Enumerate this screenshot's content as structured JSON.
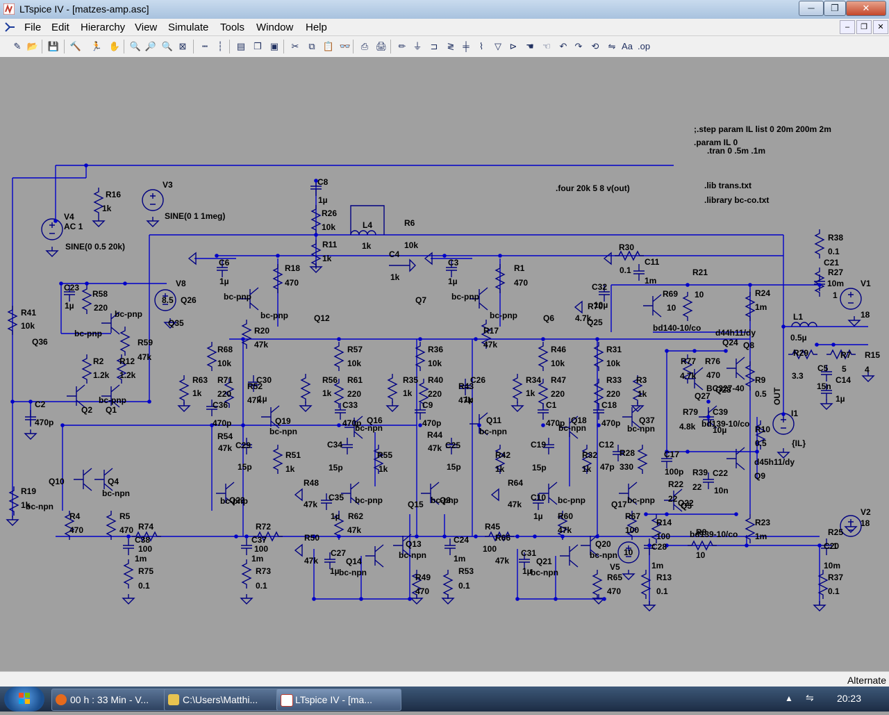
{
  "window": {
    "title": "LTspice IV - [matzes-amp.asc]",
    "controls": {
      "minimize": "─",
      "maximize": "❐",
      "close": "✕"
    },
    "mdi_controls": {
      "minimize": "–",
      "restore": "❐",
      "close": "✕"
    }
  },
  "menu": [
    "File",
    "Edit",
    "Hierarchy",
    "View",
    "Simulate",
    "Tools",
    "Window",
    "Help"
  ],
  "toolbar": {
    "icons": [
      "new-schematic-icon",
      "open-icon",
      "save-icon",
      "control-panel-icon",
      "run-icon",
      "halt-icon",
      "zoom-in-icon",
      "pan-icon",
      "zoom-out-icon",
      "zoom-full-icon",
      "autoscale-icon",
      "fft-icon",
      "tile-icon",
      "cascade-icon",
      "close-all-icon",
      "cut-icon",
      "copy-icon",
      "paste-icon",
      "find-icon",
      "print-setup-icon",
      "print-icon",
      "wire-icon",
      "ground-icon",
      "label-icon",
      "resistor-icon",
      "capacitor-icon",
      "inductor-icon",
      "diode-icon",
      "component-icon",
      "move-icon",
      "drag-icon",
      "undo-icon",
      "redo-icon",
      "rotate-icon",
      "mirror-icon",
      "text-icon",
      "spice-directive-icon"
    ],
    "glyphs": [
      "✎",
      "📂",
      "💾",
      "🔨",
      "🏃",
      "✋",
      "🔍",
      "🔎",
      "🔍",
      "⊠",
      "┅",
      "┆",
      "▤",
      "❐",
      "▣",
      "✂",
      "⧉",
      "📋",
      "👓",
      "⎙",
      "🖨",
      "✏",
      "⏚",
      "⊐",
      "≷",
      "╪",
      "⌇",
      "▽",
      "⊳",
      "☚",
      "☜",
      "↶",
      "↷",
      "⟲",
      "⇋",
      "Aa",
      ".op"
    ]
  },
  "schematic": {
    "directives": [
      ";.step param IL list 0 20m 200m 2m",
      ".param IL 0",
      ".tran 0 .5m .1m",
      ".four 20k 5 8 v(out)",
      ".lib trans.txt",
      ".library bc-co.txt"
    ],
    "sources": [
      {
        "name": "V1",
        "value": "18"
      },
      {
        "name": "V2",
        "value": "18"
      },
      {
        "name": "V3",
        "value": "SINE(0 1 1meg)"
      },
      {
        "name": "V4",
        "value": "AC 1",
        "extra": "SINE(0 0.5 20k)"
      },
      {
        "name": "V5",
        "value": "10"
      },
      {
        "name": "V8",
        "value": "8.5"
      },
      {
        "name": "I1",
        "value": "{IL}"
      }
    ],
    "net_label": "OUT",
    "labels": [
      "R16",
      "1k",
      "C8",
      "1µ",
      "R26",
      "10k",
      "L4",
      "1k",
      "R6",
      "10k",
      "R11",
      "1k",
      "C4",
      "1k",
      "C6",
      "1µ",
      "R18",
      "470",
      "C3",
      "1µ",
      "R1",
      "470",
      "Q7",
      "Q12",
      "Q6",
      "bc-pnp",
      "bc-pnp",
      "bc-pnp",
      "bc-pnp",
      "R20",
      "47k",
      "R17",
      "47k",
      "R30",
      "0.1",
      "C11",
      "1m",
      "R21",
      "10",
      "C32",
      "R70",
      "10µ",
      "4.7k",
      "R69",
      "10",
      "Q25",
      "bd140-10/co",
      "R24",
      "1m",
      "R38",
      "0.1",
      "C21",
      "R27",
      "10m",
      "1",
      "C23",
      "1µ",
      "R58",
      "220",
      "Q26",
      "Q35",
      "Q36",
      "R41",
      "10k",
      "R59",
      "47k",
      "R2",
      "1.2k",
      "R12",
      "1.2k",
      "bc-pnp",
      "bc-pnp",
      "bc-pnp",
      "Q2",
      "Q1",
      "C2",
      "470p",
      "R68",
      "10k",
      "R63",
      "1k",
      "R71",
      "220",
      "C36",
      "470p",
      "R52",
      "47k",
      "C30",
      "1µ",
      "R57",
      "10k",
      "R56",
      "1k",
      "R61",
      "220",
      "C33",
      "470p",
      "R36",
      "10k",
      "R35",
      "1k",
      "R40",
      "220",
      "C9",
      "470p",
      "R43",
      "47k",
      "C26",
      "1µ",
      "R46",
      "10k",
      "R34",
      "1k",
      "R47",
      "220",
      "C1",
      "470p",
      "R31",
      "10k",
      "R33",
      "220",
      "C18",
      "470p",
      "R3",
      "1k",
      "L1",
      "0.5µ",
      "R29",
      "3.3",
      "C5",
      "15n",
      "C14",
      "1µ",
      "R7",
      "5",
      "R15",
      "4",
      "d44h11/dy",
      "Q24",
      "Q8",
      "R77",
      "4.7k",
      "R76",
      "470",
      "BC327-40",
      "Q27",
      "Q28",
      "R9",
      "0.5",
      "R79",
      "4.8k",
      "C39",
      "10µ",
      "bd139-10/co",
      "R10",
      "0.5",
      "Q19",
      "bc-npn",
      "Q16",
      "bc-npn",
      "Q11",
      "bc-npn",
      "Q18",
      "bc-npn",
      "Q37",
      "bc-npn",
      "R54",
      "47k",
      "C29",
      "15p",
      "R51",
      "1k",
      "C34",
      "15p",
      "R55",
      "1k",
      "R44",
      "47k",
      "C25",
      "15p",
      "R42",
      "1k",
      "C19",
      "15p",
      "R32",
      "1k",
      "C12",
      "47p",
      "R28",
      "330",
      "C17",
      "100p",
      "R39",
      "22",
      "C22",
      "10n",
      "d45h11/dy",
      "Q9",
      "R19",
      "1k",
      "bc-npn",
      "Q10",
      "Q4",
      "bc-npn",
      "R4",
      "470",
      "R5",
      "470",
      "Q23",
      "bc-pnp",
      "R48",
      "47k",
      "C35",
      "1µ",
      "bc-pnp",
      "R62",
      "47k",
      "Q15",
      "bc-pnp",
      "Q3",
      "R64",
      "47k",
      "C10",
      "1µ",
      "bc-pnp",
      "R60",
      "47k",
      "Q17",
      "bc-pnp",
      "R67",
      "100",
      "R22",
      "22",
      "Q22",
      "Q5",
      "R14",
      "100",
      "R8",
      "10",
      "bd139-10/co",
      "R23",
      "1m",
      "R25",
      "C20",
      "1",
      "10m",
      "R37",
      "0.1",
      "R74",
      "100",
      "C38",
      "1m",
      "R75",
      "0.1",
      "R72",
      "100",
      "C37",
      "1m",
      "R73",
      "0.1",
      "R50",
      "47k",
      "C27",
      "1µ",
      "Q14",
      "bc-npn",
      "Q13",
      "bc-npn",
      "R49",
      "470",
      "C24",
      "1m",
      "R53",
      "0.1",
      "R45",
      "100",
      "R66",
      "47k",
      "C31",
      "1µ",
      "Q21",
      "bc-npn",
      "Q20",
      "bc-npn",
      "R65",
      "470",
      "C28",
      "1m",
      "R13",
      "0.1"
    ]
  },
  "status": {
    "mode": "Alternate"
  },
  "taskbar": {
    "items": [
      {
        "label": "00 h : 33 Min - V...",
        "icon": "firefox-icon",
        "color": "#e66a1c"
      },
      {
        "label": "C:\\Users\\Matthi...",
        "icon": "folder-icon",
        "color": "#e8c350"
      },
      {
        "label": "LTspice IV - [ma...",
        "icon": "ltspice-icon",
        "color": "#c0392b"
      }
    ],
    "clock": "20:23",
    "tray_icons": [
      "show-hidden-icons-icon",
      "network-icon",
      "volume-icon"
    ]
  }
}
